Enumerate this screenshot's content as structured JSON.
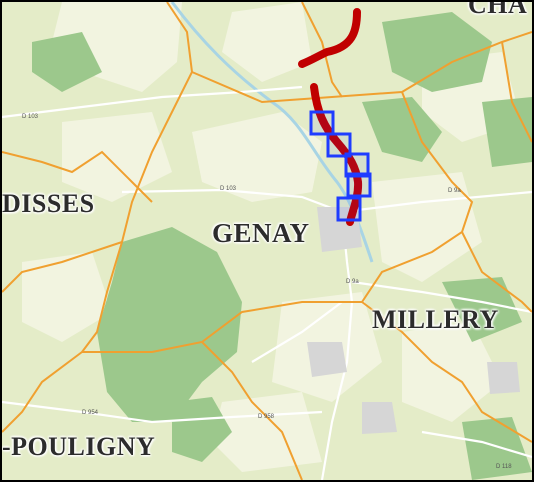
{
  "map": {
    "communes": [
      {
        "id": "genay",
        "label": "GENAY"
      },
      {
        "id": "millery",
        "label": "MILLERY"
      },
      {
        "id": "disses",
        "label": "DISSES"
      },
      {
        "id": "pouligny",
        "label": "-POULIGNY"
      },
      {
        "id": "cha",
        "label": "CHA"
      }
    ],
    "road_labels": {
      "d103": "D 103",
      "d103b": "D 103",
      "d954": "D 954",
      "d9a": "D 9a",
      "d9b": "D 9a",
      "d958": "D 958",
      "d118": "D 118"
    },
    "colors": {
      "background": "#e4ecc8",
      "field": "#f2f4e0",
      "forest": "#9cc88c",
      "river": "#a8d4e4",
      "boundary": "#f0a030",
      "road": "#ffffff",
      "route": "#c00000",
      "selection_box": "#1e3cff"
    }
  }
}
